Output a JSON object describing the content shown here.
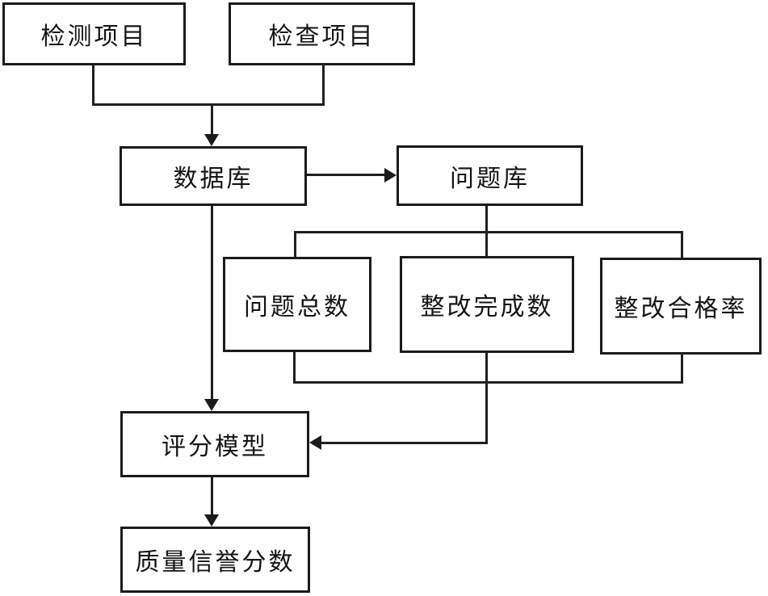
{
  "diagram": {
    "nodes": {
      "test_items": "检测项目",
      "inspect_items": "检查项目",
      "database": "数据库",
      "problem_library": "问题库",
      "problem_total": "问题总数",
      "rectify_done": "整改完成数",
      "rectify_pass": "整改合格率",
      "scoring_model": "评分模型",
      "quality_score": "质量信誉分数"
    },
    "edges": [
      {
        "from": "test_items",
        "to": "database",
        "arrow": true
      },
      {
        "from": "inspect_items",
        "to": "database",
        "arrow": true
      },
      {
        "from": "database",
        "to": "problem_library",
        "arrow": true
      },
      {
        "from": "problem_library",
        "to": "problem_total",
        "arrow": false
      },
      {
        "from": "problem_library",
        "to": "rectify_done",
        "arrow": false
      },
      {
        "from": "problem_library",
        "to": "rectify_pass",
        "arrow": false
      },
      {
        "from": "database",
        "to": "scoring_model",
        "arrow": true
      },
      {
        "from": "problem_total",
        "to": "scoring_model",
        "arrow": true
      },
      {
        "from": "rectify_done",
        "to": "scoring_model",
        "arrow": true
      },
      {
        "from": "rectify_pass",
        "to": "scoring_model",
        "arrow": true
      },
      {
        "from": "scoring_model",
        "to": "quality_score",
        "arrow": true
      }
    ],
    "colors": {
      "line": "#1d1b1a",
      "box_fill": "#ffffff",
      "background": "#ffffff"
    }
  }
}
